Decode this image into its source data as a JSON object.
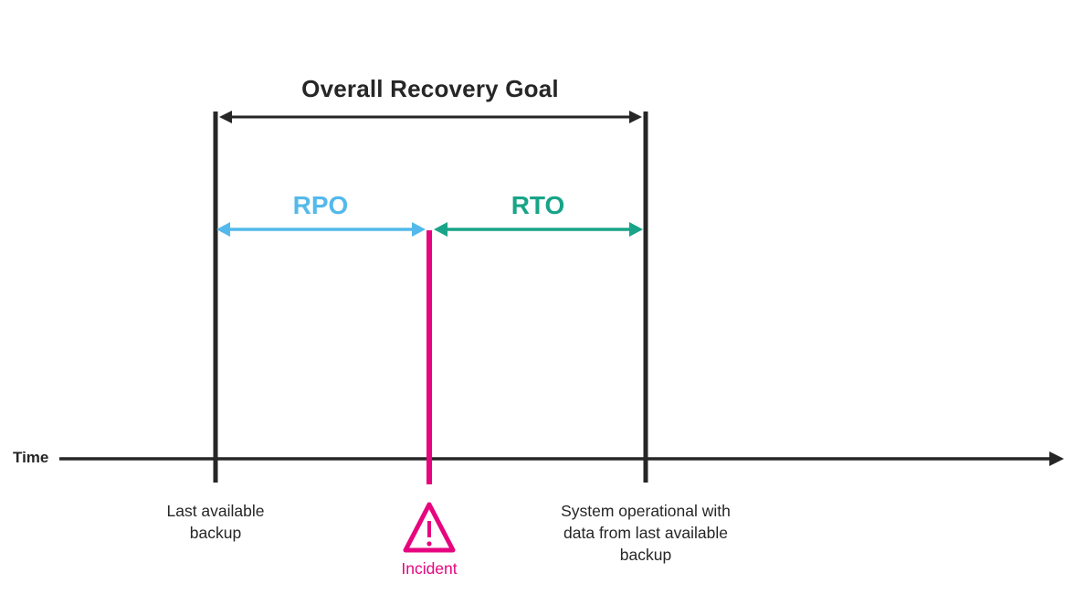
{
  "colors": {
    "ink": "#262626",
    "rpo_blue": "#54b9ea",
    "rto_teal": "#18a488",
    "incident_magenta": "#e6057f"
  },
  "diagram": {
    "title": "Overall Recovery Goal",
    "rpo_label": "RPO",
    "rto_label": "RTO",
    "time_axis_label": "Time",
    "incident_label": "Incident",
    "left_marker_label": "Last available backup",
    "right_marker_label": "System operational with data from last available backup",
    "spans": [
      {
        "name": "overall-recovery-goal",
        "label": "Overall Recovery Goal",
        "from": "Last available backup",
        "to": "System operational with data from last available backup",
        "color": "#262626"
      },
      {
        "name": "rpo-span",
        "label": "RPO",
        "from": "Last available backup",
        "to": "Incident",
        "color": "#54b9ea"
      },
      {
        "name": "rto-span",
        "label": "RTO",
        "from": "Incident",
        "to": "System operational with data from last available backup",
        "color": "#18a488"
      }
    ]
  }
}
